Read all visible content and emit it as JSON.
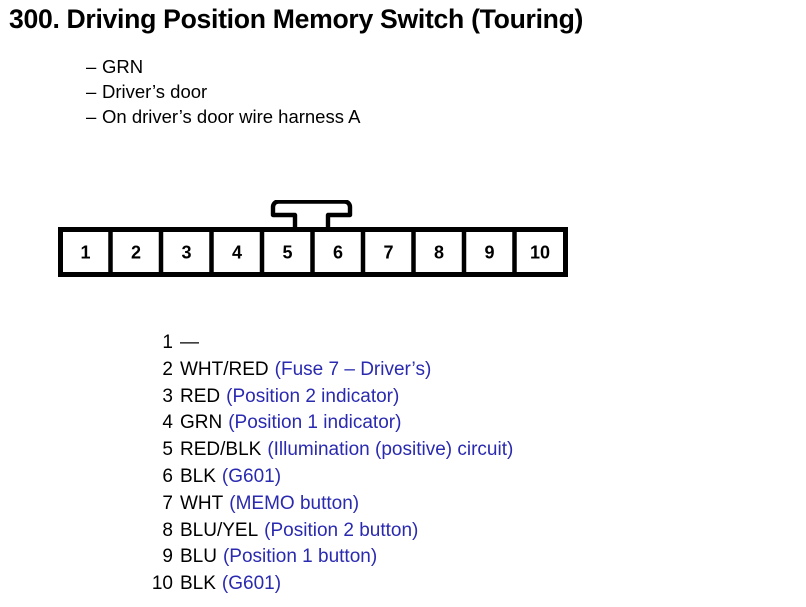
{
  "page": {
    "number": "300.",
    "title": "Driving Position Memory Switch (Touring)",
    "background_color": "#ffffff",
    "text_color": "#000000",
    "description_color": "#2a2ab0"
  },
  "meta": {
    "dash": "–",
    "items": [
      {
        "text": "GRN"
      },
      {
        "text": "Driver’s door"
      },
      {
        "text": "On driver’s door wire harness A"
      }
    ]
  },
  "connector": {
    "name": "10-pin-connector",
    "cell_count": 10,
    "cells": [
      {
        "label": "1"
      },
      {
        "label": "2"
      },
      {
        "label": "3"
      },
      {
        "label": "4"
      },
      {
        "label": "5"
      },
      {
        "label": "6"
      },
      {
        "label": "7"
      },
      {
        "label": "8"
      },
      {
        "label": "9"
      },
      {
        "label": "10"
      }
    ],
    "latch_tab": {
      "name": "locking-tab",
      "above_cells": [
        5,
        6
      ]
    }
  },
  "pins": [
    {
      "num": "1",
      "color": "—",
      "desc": ""
    },
    {
      "num": "2",
      "color": "WHT/RED",
      "desc": "(Fuse 7 – Driver’s)"
    },
    {
      "num": "3",
      "color": "RED",
      "desc": "(Position 2 indicator)"
    },
    {
      "num": "4",
      "color": "GRN",
      "desc": "(Position 1 indicator)"
    },
    {
      "num": "5",
      "color": "RED/BLK",
      "desc": "(Illumination (positive) circuit)"
    },
    {
      "num": "6",
      "color": "BLK",
      "desc": "(G601)"
    },
    {
      "num": "7",
      "color": "WHT",
      "desc": "(MEMO button)"
    },
    {
      "num": "8",
      "color": "BLU/YEL",
      "desc": "(Position 2 button)"
    },
    {
      "num": "9",
      "color": "BLU",
      "desc": "(Position 1 button)"
    },
    {
      "num": "10",
      "color": "BLK",
      "desc": "(G601)"
    }
  ]
}
